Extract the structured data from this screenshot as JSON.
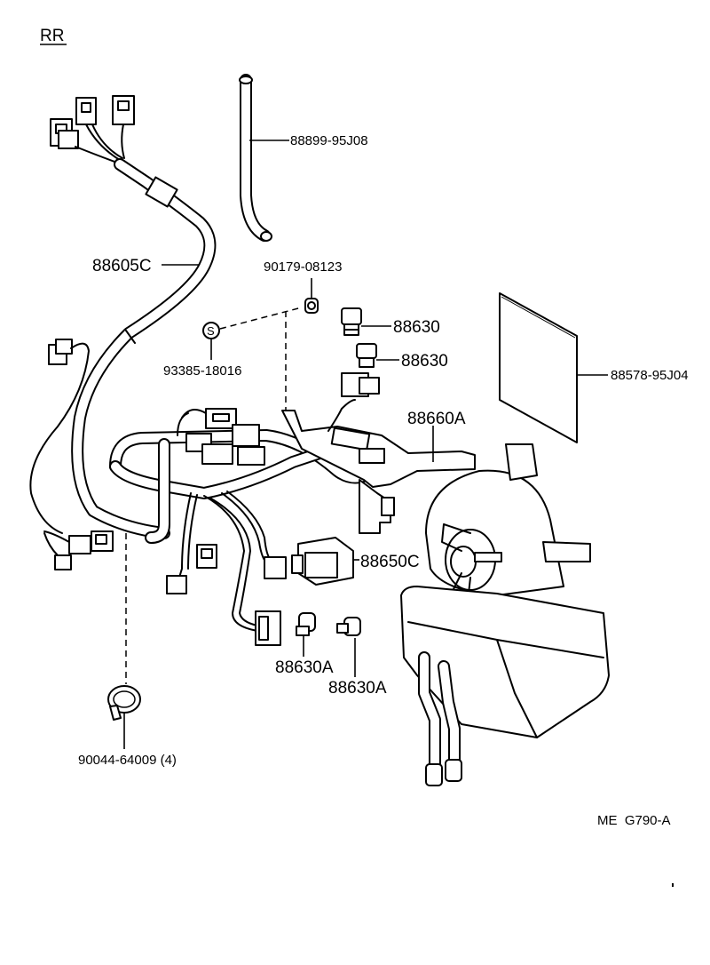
{
  "corner_label": "RR",
  "drawing_code": "ME  G790-A",
  "part_labels": {
    "p88899": "88899-95J08",
    "p88605c": "88605C",
    "p90179": "90179-08123",
    "p88630_1": "88630",
    "p88630_2": "88630",
    "p93385": "93385-18016",
    "p88578": "88578-95J04",
    "p88660a": "88660A",
    "p88650c": "88650C",
    "p88630a_1": "88630A",
    "p88630a_2": "88630A",
    "p90044": "90044-64009 (4)"
  },
  "screw_symbol": "S"
}
